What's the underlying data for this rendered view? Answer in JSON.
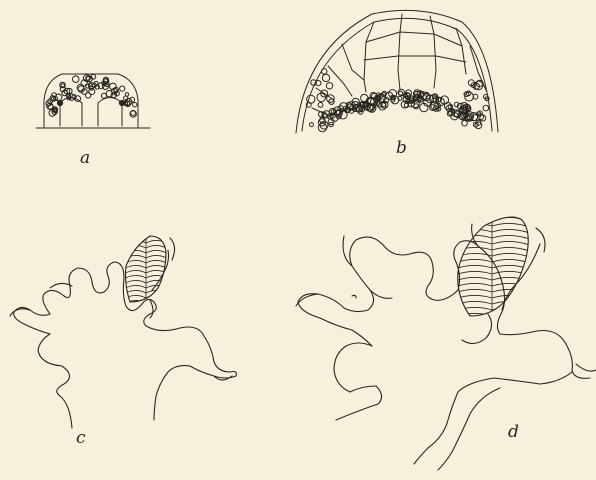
{
  "figures": [
    {
      "id": "a",
      "label": "a"
    },
    {
      "id": "b",
      "label": "b"
    },
    {
      "id": "c",
      "label": "c"
    },
    {
      "id": "d",
      "label": "d"
    }
  ],
  "colors": {
    "paper": "#f6f1dc",
    "ink": "#2a2520"
  }
}
